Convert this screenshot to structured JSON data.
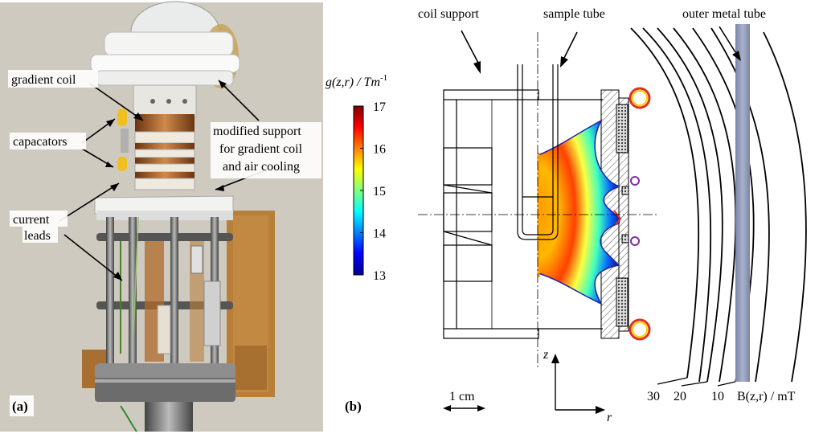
{
  "panel_a": {
    "tag": "(a)",
    "labels": {
      "gradient_coil": "gradient coil",
      "capacitors": "capacators",
      "current_leads_line1": "current",
      "current_leads_line2": "leads",
      "modified_support_line1": "modified support",
      "modified_support_line2": "for gradient coil",
      "modified_support_line3": "and air cooling"
    }
  },
  "colorbar": {
    "title": "g(z,r) / Tm",
    "title_exponent": "-1",
    "ticks": [
      "17",
      "16",
      "15",
      "14",
      "13"
    ],
    "min": 13,
    "max": 17,
    "colors": [
      "#00008f",
      "#0000ff",
      "#0080ff",
      "#00ffff",
      "#80ff80",
      "#ffff00",
      "#ff8000",
      "#ff0000",
      "#800000"
    ]
  },
  "panel_b": {
    "tag": "(b)",
    "labels": {
      "coil_support": "coil support",
      "sample_tube": "sample tube",
      "outer_metal_tube": "outer metal tube",
      "axis_z": "z",
      "axis_r": "r",
      "scale": "1 cm",
      "field_unit": "B(z,r) / mT"
    },
    "contour_levels": [
      "30",
      "20",
      "10"
    ]
  }
}
